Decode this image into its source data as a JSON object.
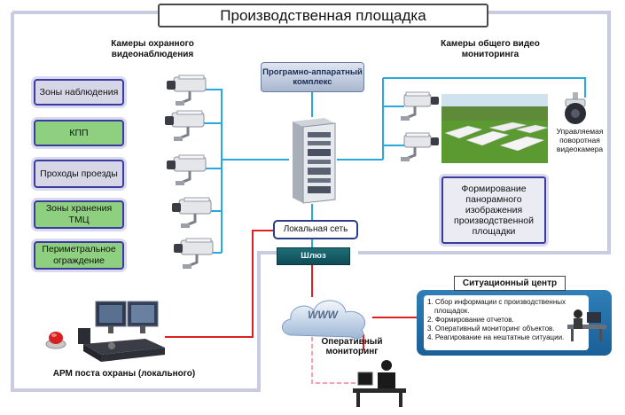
{
  "title": "Производственная площадка",
  "security_cameras": {
    "heading": "Камеры охранного видеонаблюдения",
    "zones": [
      {
        "label": "Зоны наблюдения",
        "color": "#d6d6e6"
      },
      {
        "label": "КПП",
        "color": "#8fd080"
      },
      {
        "label": "Проходы проезды",
        "color": "#d6d6e6"
      },
      {
        "label": "Зоны хранения ТМЦ",
        "color": "#8fd080"
      },
      {
        "label": "Периметральное ограждение",
        "color": "#8fd080"
      }
    ]
  },
  "monitoring_cameras": {
    "heading": "Камеры общего видео мониторинга",
    "ptz_caption": "Управляемая поворотная видеокамера"
  },
  "hub": {
    "label": "Програмно-аппаратный комплекс"
  },
  "lan": {
    "label": "Локальная сеть"
  },
  "gateway": {
    "label": "Шлюз"
  },
  "panorama": {
    "label": "Формирование панорамного изображения производственной площадки"
  },
  "internet": {
    "label": "WWW"
  },
  "situation_center": {
    "title": "Ситуационный центр",
    "items": [
      "1. Сбор информации с производственных",
      "площадок.",
      "2. Формирование отчетов.",
      "3. Оперативный мониторинг объектов.",
      "4. Реагирование на нештатные ситуации."
    ]
  },
  "operative": {
    "label": "Оперативный мониторинг"
  },
  "guard_post": {
    "label": "АРМ поста охраны (локального)"
  },
  "colors": {
    "frame": "#c9cbe0",
    "blue_wire": "#29a8e0",
    "red_wire": "#e02020",
    "pink_dashed": "#f0a0b0",
    "zone_border": "#3a3aa0"
  },
  "icons": [
    "security-camera-icon",
    "server-rack-icon",
    "farm-photo",
    "ptz-camera-icon",
    "cloud-icon",
    "workstation-icon",
    "operator-icon",
    "guard-console-icon",
    "alarm-button-icon"
  ]
}
